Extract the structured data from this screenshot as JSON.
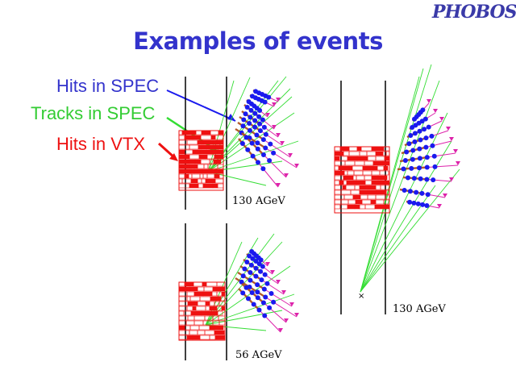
{
  "slide": {
    "title": "Examples of events",
    "logo": "PHOBOS"
  },
  "legend": {
    "hits_spec": "Hits in SPEC",
    "tracks_spec": "Tracks in SPEC",
    "hits_vtx": "Hits in VTX"
  },
  "events": [
    {
      "energy_label": "130 AGeV"
    },
    {
      "energy_label": "56 AGeV"
    },
    {
      "energy_label": "130 AGeV"
    }
  ],
  "colors": {
    "title": "#3333cc",
    "spec_hits": "#1a1aee",
    "tracks": "#33dd33",
    "vtx_hits": "#ee1111",
    "spec_tracks_magenta": "#dd22aa",
    "detector_lines": "#000000"
  }
}
